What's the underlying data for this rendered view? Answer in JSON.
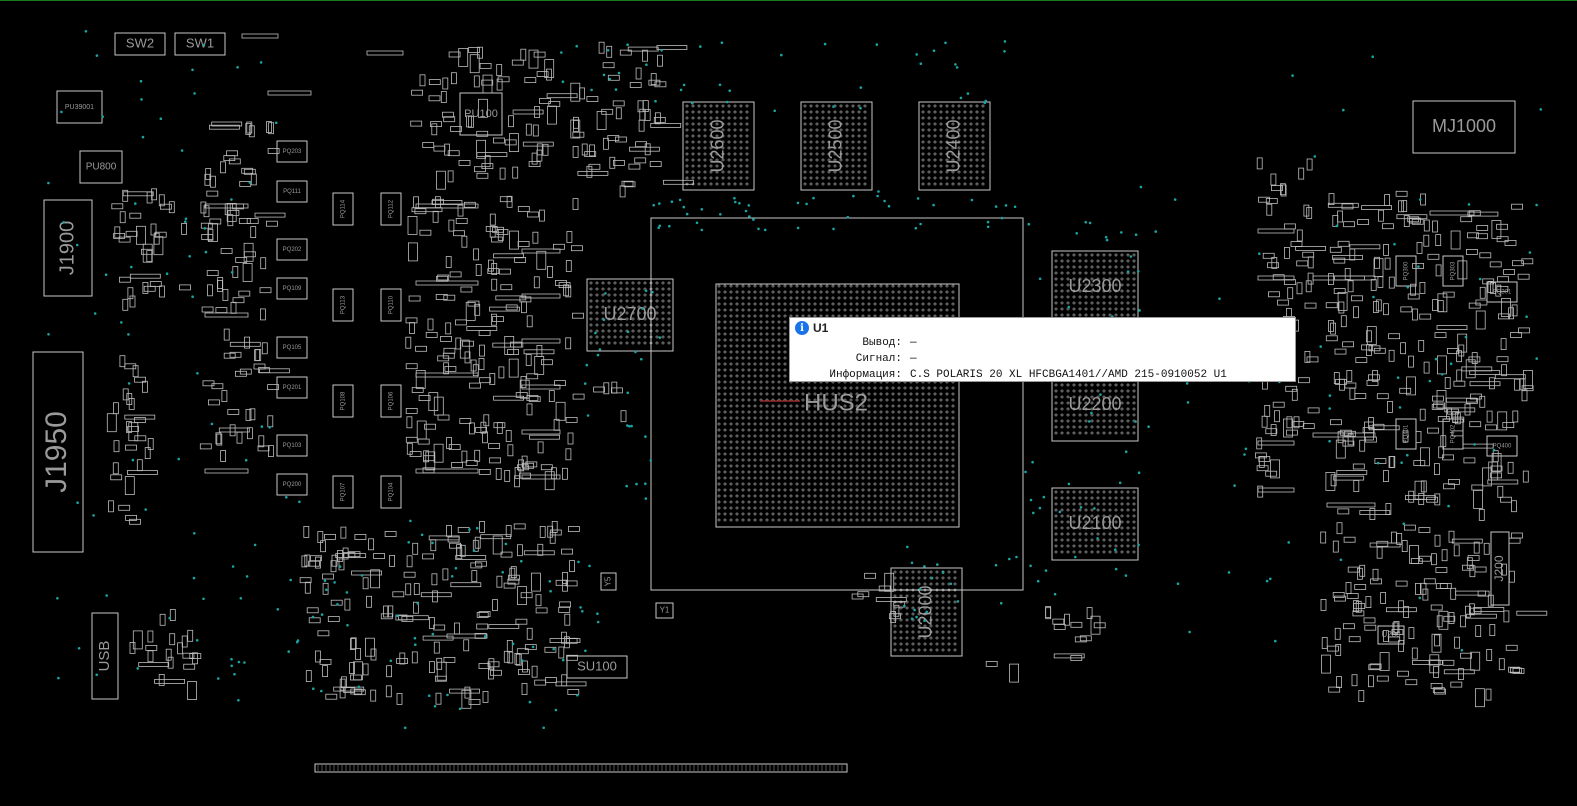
{
  "board": {
    "components": {
      "connectors": [
        "SW2",
        "SW1",
        "J1900",
        "J1950",
        "USB",
        "MJ1000",
        "J200"
      ],
      "memory": [
        "U2600",
        "U2500",
        "U2400",
        "U2700",
        "U2300",
        "U2200",
        "U2100",
        "U2000"
      ],
      "gpu": "U1",
      "gpu_label": "HUS2",
      "controllers": [
        "PU39001",
        "PU800",
        "PU100",
        "SU100",
        "U200",
        "Y1",
        "Y5"
      ],
      "pq_left": [
        "PQ203",
        "PQ111",
        "PQ202",
        "PQ109",
        "PQ105",
        "PQ201",
        "PQ103",
        "PQ200"
      ],
      "pq_mid": [
        "PQ114",
        "PQ112",
        "PQ113",
        "PQ110",
        "PQ108",
        "PQ106",
        "PQ107",
        "PQ104"
      ],
      "pq_right": [
        "PQ300",
        "PQ303",
        "PQ301",
        "PQ401",
        "PQ402",
        "PQ400"
      ]
    },
    "colors": {
      "outline": "#c8c8c8",
      "via": "#1aa5a5",
      "frame": "#1e7a1e",
      "background": "#000000"
    }
  },
  "tooltip": {
    "icon": "info-icon",
    "title": "U1",
    "rows": [
      {
        "key": "Вывод:",
        "value": "—"
      },
      {
        "key": "Сигнал:",
        "value": "—"
      },
      {
        "key": "Информация:",
        "value": "C.S POLARIS 20 XL HFCBGA1401//AMD 215-0910052 U1"
      }
    ]
  }
}
